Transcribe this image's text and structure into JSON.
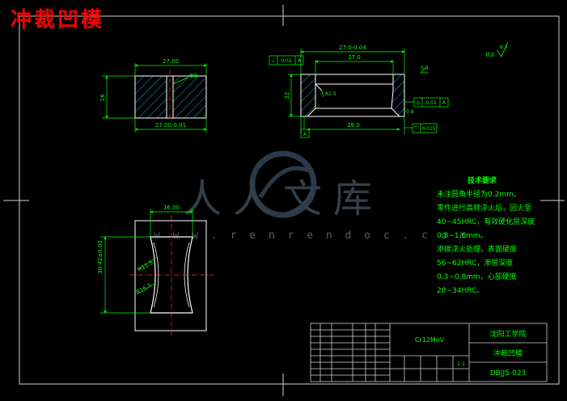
{
  "title": "冲裁凹模",
  "watermark": {
    "brand": "人人文库",
    "url": "w w w . r e n r e n d o c . c o m"
  },
  "colors": {
    "background": "#000000",
    "outline": "#ffffff",
    "dimension": "#00ff00",
    "title": "#ff0000",
    "hatch": "#00e5ff",
    "center_line": "#ff3030",
    "frame": "#d0d0d0"
  },
  "views": {
    "section_a": {
      "width_dim": "27.00",
      "height_dim": "16",
      "bottom_dim": "27.00-0.01",
      "hole_dim": "Φ8"
    },
    "section_b": {
      "top_dim": "27.0-0.04",
      "inner_dim": "27.0",
      "bottom_dim": "28.0",
      "height_dim": "22",
      "chamfer": "R2.5",
      "frames": [
        {
          "symbol": "⊥",
          "value": "0.02",
          "datum": "A"
        },
        {
          "symbol": "◎",
          "value": "0.02",
          "datum": "A"
        },
        {
          "symbol": "⌒",
          "value": "0.015",
          "datum": ""
        }
      ],
      "datum": "A",
      "roughness": [
        "0.8",
        "0.8"
      ]
    },
    "plan": {
      "width_dim": "16.00",
      "height_dim": "30.42±0.02",
      "radius_1": "R11.5",
      "radius_2": "R16.5"
    }
  },
  "general_roughness": "6.3",
  "tech_requirements": {
    "title": "技术要求",
    "lines": [
      "未注圆角半径为0.2mm。",
      "零件进行高频淬火后，回火至",
      "40~45HRC，有效硬化层深度",
      "0.8~1.6mm。",
      "渗碳淬火处理，表面硬度",
      "56~62HRC，渗层深度",
      "0.3~0.8mm，心部硬度",
      "28~34HRC。"
    ]
  },
  "title_block": {
    "material": "Cr12MoV",
    "school": "沈阳工学院",
    "part_name": "冲裁凹模",
    "drawing_no": "DBJJ5-023",
    "scale": "1:1"
  }
}
